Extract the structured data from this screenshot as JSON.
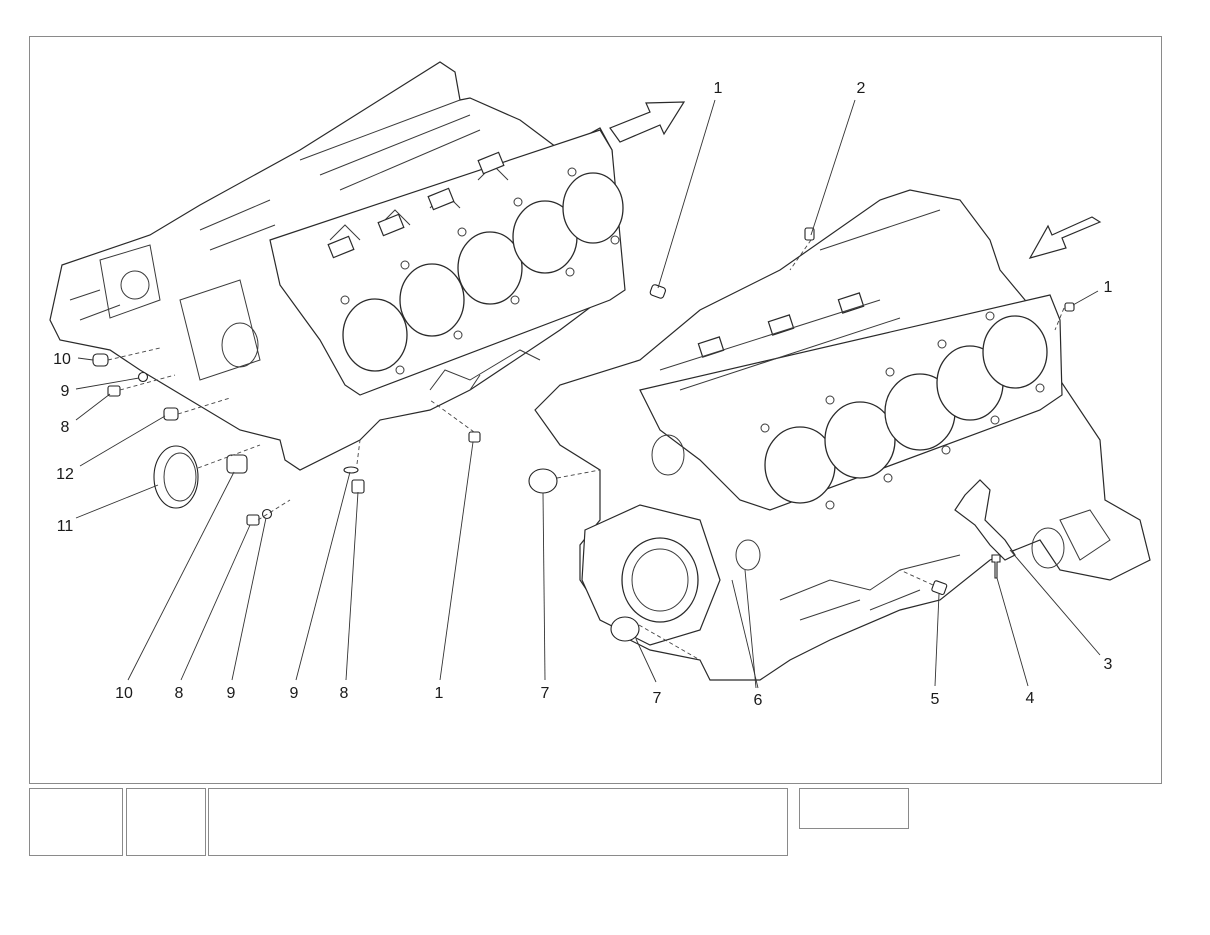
{
  "callouts": {
    "c1a": "1",
    "c2": "2",
    "c1b": "1",
    "c10a": "10",
    "c9a": "9",
    "c8a": "8",
    "c12": "12",
    "c11": "11",
    "c10b": "10",
    "c8b": "8",
    "c9b": "9",
    "c9c": "9",
    "c8c": "8",
    "c1c": "1",
    "c7a": "7",
    "c7b": "7",
    "c6": "6",
    "c5": "5",
    "c4": "4",
    "c3": "3"
  },
  "title_block": {
    "cell_1": "",
    "cell_2": "",
    "cell_3": "",
    "cell_4": ""
  },
  "colors": {
    "line": "#2a2a2a",
    "frame": "#8a8a8a",
    "background": "#ffffff"
  }
}
